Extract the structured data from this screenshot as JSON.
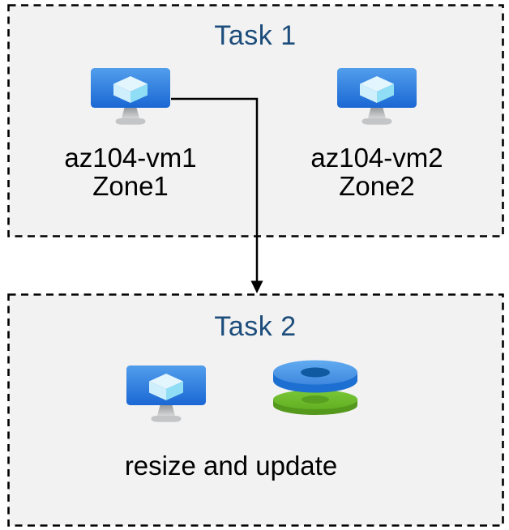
{
  "task1": {
    "title": "Task 1",
    "vms": [
      {
        "name": "az104-vm1",
        "zone": "Zone1"
      },
      {
        "name": "az104-vm2",
        "zone": "Zone2"
      }
    ]
  },
  "task2": {
    "title": "Task 2",
    "caption": "resize and update"
  },
  "icons": [
    "virtual-machine-icon",
    "virtual-machine-icon",
    "virtual-machine-icon",
    "disks-icon",
    "arrow-down-connector"
  ],
  "colors": {
    "background": "#ffffff",
    "box_fill": "#f2f2f2",
    "box_border": "#000000",
    "title_text": "#1c4d7b",
    "label_text": "#000000",
    "connector": "#000000",
    "vm_screen_top": "#529eec",
    "vm_screen_bottom": "#1a67d4",
    "vm_cube_top": "#e3f5fd",
    "vm_cube_left": "#cfeffc",
    "vm_cube_right": "#8fdef6",
    "vm_stand_gray": "#c3c5c7",
    "disk_blue_face": "#4f9be9",
    "disk_blue_side": "#1d70d2",
    "disk_blue_hole": "#0f5aa0",
    "disk_green_face": "#6dbe2d",
    "disk_green_side": "#54991c",
    "disk_green_hole": "#58a01f"
  }
}
